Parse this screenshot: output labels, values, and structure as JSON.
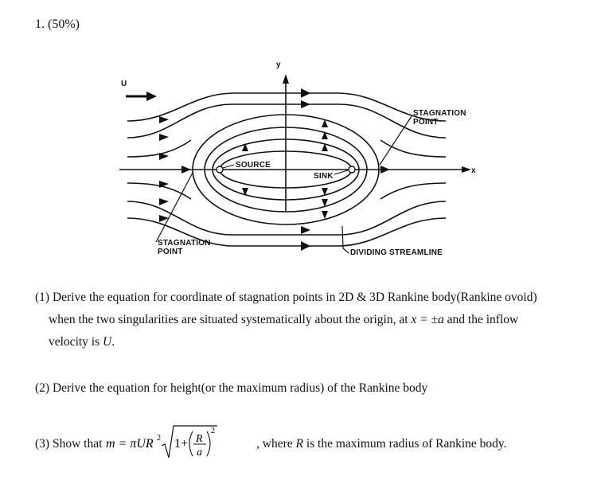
{
  "question": {
    "number": "1. (50%)"
  },
  "figure": {
    "label_u": "U",
    "label_y": "y",
    "label_x": "x",
    "label_source": "SOURCE",
    "label_sink": "SINK",
    "label_stagnation_top": [
      "STAGNATION",
      "POINT"
    ],
    "label_stagnation_bottom": [
      "STAGNATION",
      "POINT"
    ],
    "label_dividing": "DIVIDING  STREAMLINE"
  },
  "parts": {
    "p1": {
      "line1": "(1) Derive the equation for coordinate of stagnation points in 2D & 3D Rankine body(Rankine ovoid)",
      "line2_pre": "when the two singularities are situated systematically about the origin, at",
      "line2_math": "x = ±a",
      "line2_post": "and the inflow",
      "line3_pre": "velocity is",
      "line3_math": "U",
      "line3_post": "."
    },
    "p2": {
      "text": "(2) Derive the equation for height(or the maximum radius) of the Rankine body"
    },
    "p3": {
      "pre": "(3) Show that",
      "formula": {
        "lhs": "m = πUR",
        "exp": "2",
        "one_plus": "1+",
        "num": "R",
        "den": "a",
        "outer_exp": "2"
      },
      "post_1": ", where",
      "post_math": "R",
      "post_2": "is the maximum radius of Rankine body."
    }
  }
}
